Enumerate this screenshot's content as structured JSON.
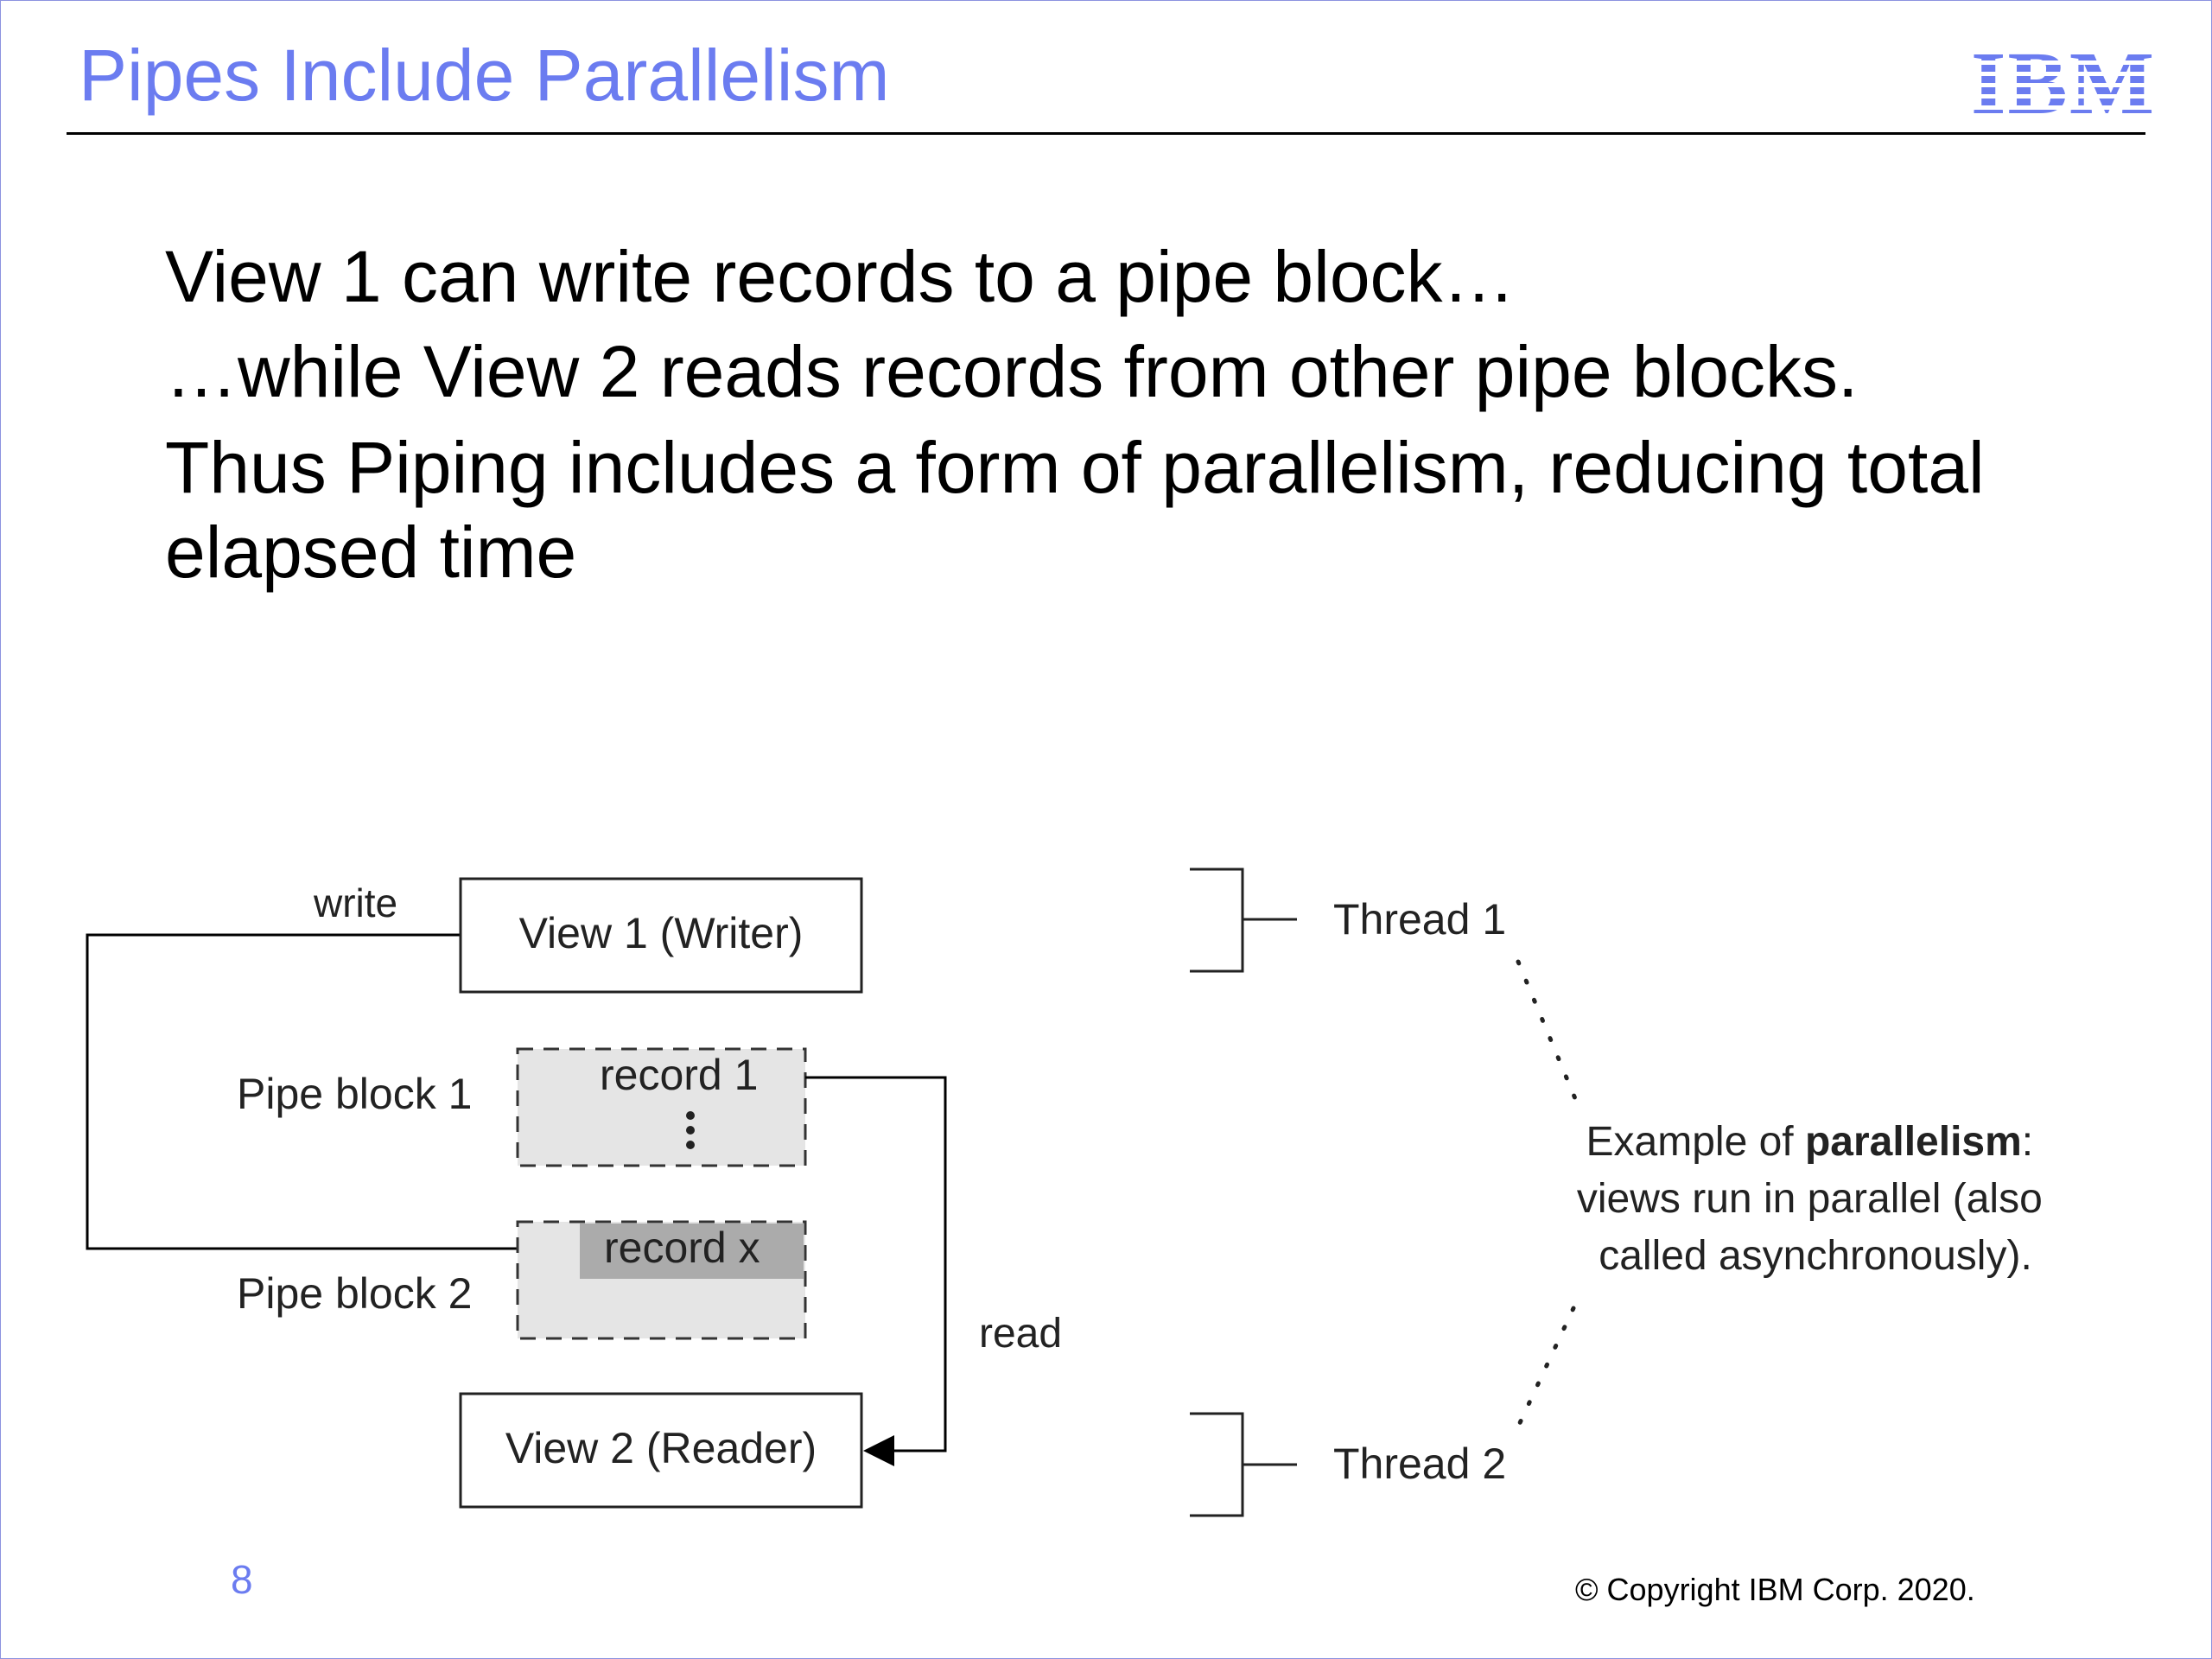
{
  "slide": {
    "title": "Pipes Include Parallelism",
    "logo_text": "IBM",
    "accent_color": "#6b7cf0",
    "body_lines": [
      "View 1 can write records to a pipe block…",
      "…while View 2 reads records from other pipe blocks.",
      "Thus Piping includes a form of parallelism, reducing total elapsed time"
    ],
    "page_number": "8",
    "copyright": "© Copyright IBM Corp. 2020."
  },
  "diagram": {
    "write_label": "write",
    "read_label": "read",
    "view1_label": "View 1 (Writer)",
    "view2_label": "View 2 (Reader)",
    "pipe_block1_label": "Pipe block 1",
    "pipe_block2_label": "Pipe block 2",
    "record1_label": "record 1",
    "recordx_label": "record x",
    "ellipsis": "⋮",
    "thread1_label": "Thread 1",
    "thread2_label": "Thread 2",
    "example": {
      "line1_prefix": "Example of ",
      "line1_bold": "parallelism",
      "line1_suffix": ":",
      "line2": "views run in parallel (also",
      "line3": "called asynchronously)."
    }
  }
}
